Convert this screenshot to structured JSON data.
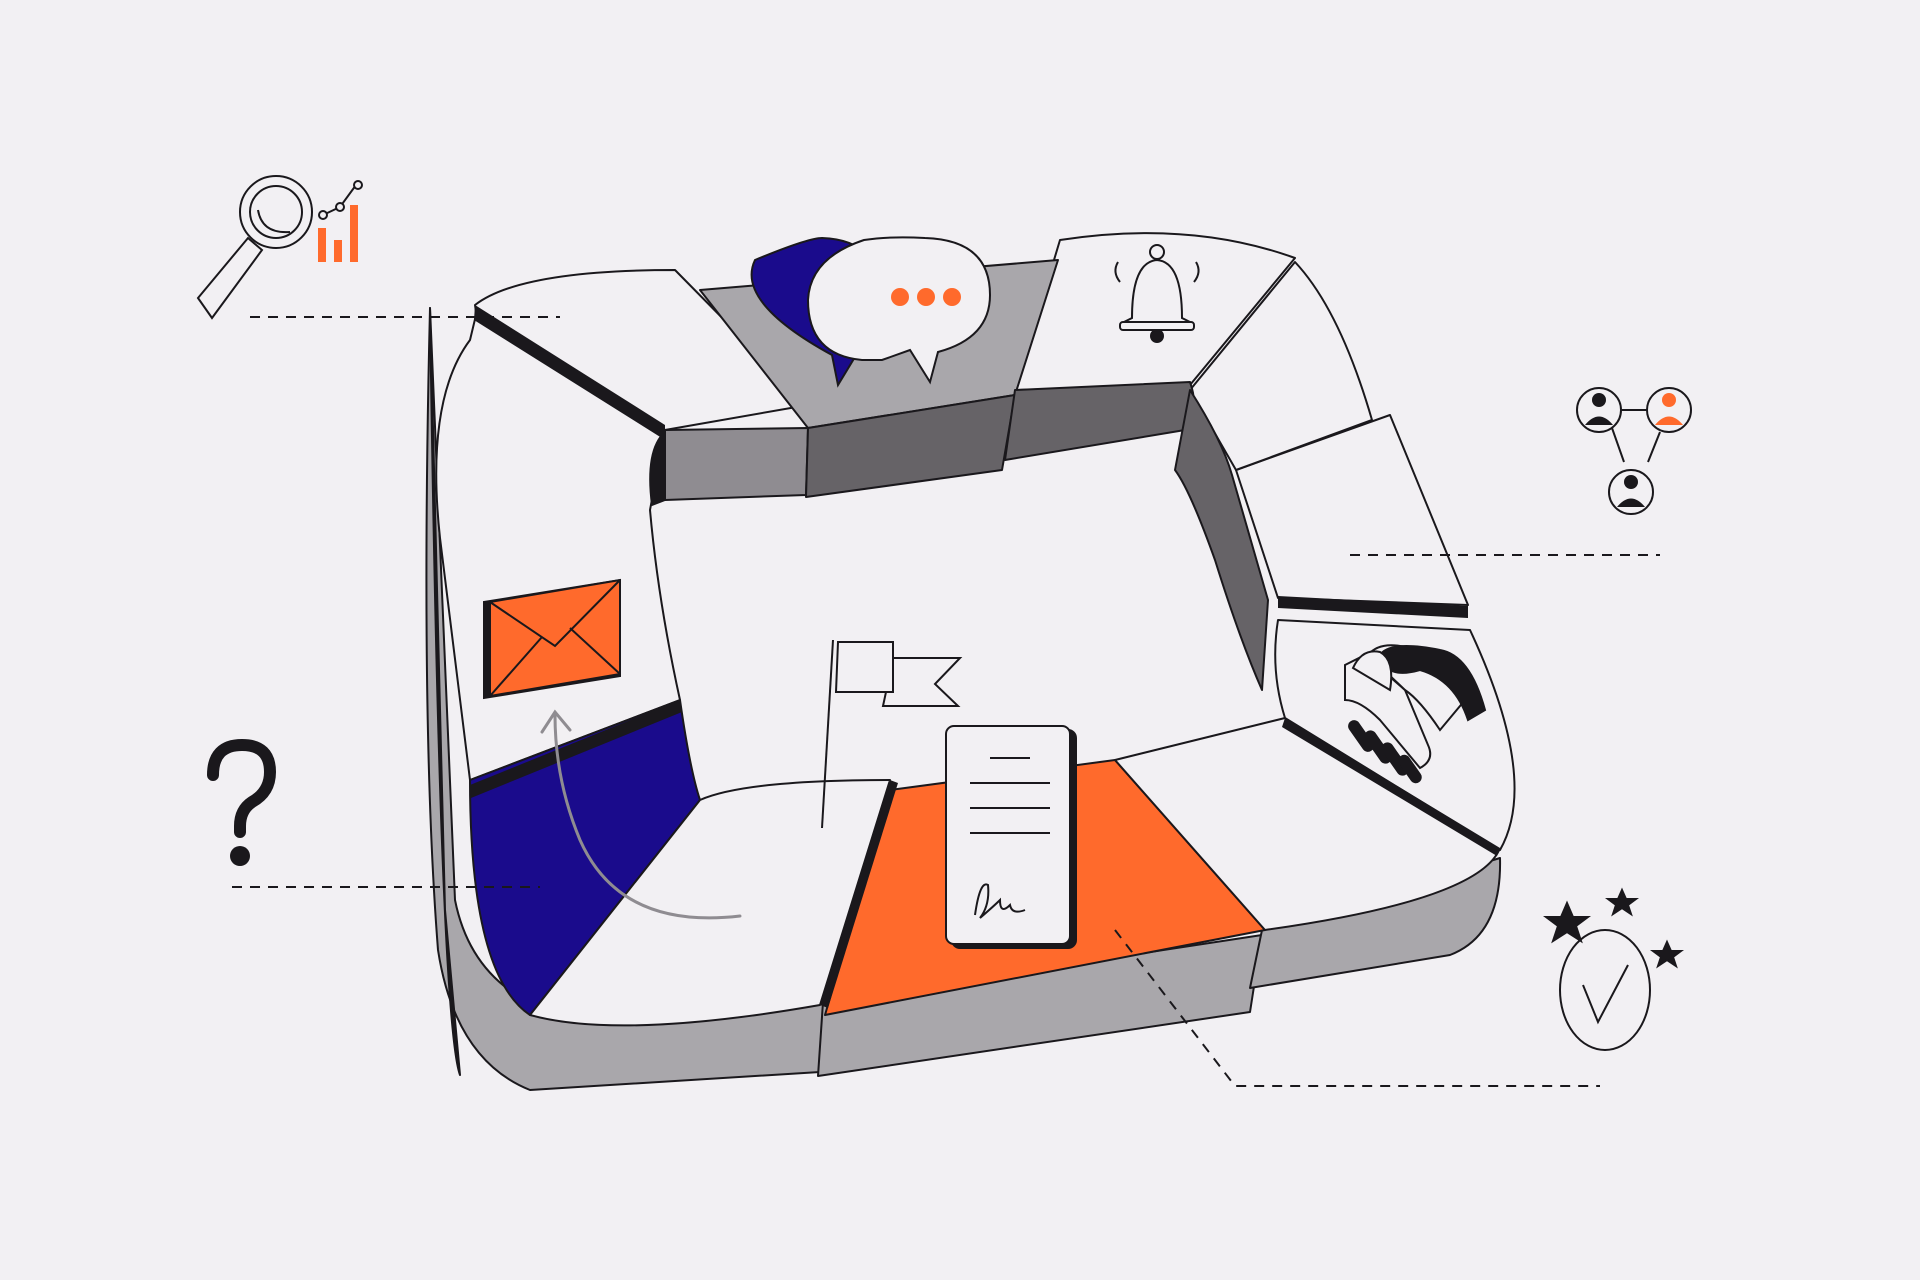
{
  "colors": {
    "background": "#f2f0f3",
    "accent_orange": "#ff6a2c",
    "accent_navy": "#1a0b8c",
    "ink": "#1a181c",
    "tile_light": "#f2f0f3",
    "wall_light": "#a9a7ab",
    "wall_mid": "#8f8c91",
    "wall_dark": "#666367"
  },
  "stages": [
    {
      "id": "research",
      "icon": "magnifier-chart-icon",
      "accent": "#ff6a2c"
    },
    {
      "id": "conversation",
      "icon": "speech-bubbles-icon",
      "accent": "#1a0b8c"
    },
    {
      "id": "notification",
      "icon": "bell-icon",
      "accent": "#1a181c"
    },
    {
      "id": "network",
      "icon": "people-network-icon",
      "accent": "#ff6a2c"
    },
    {
      "id": "agreement",
      "icon": "handshake-icon",
      "accent": "#1a181c"
    },
    {
      "id": "success",
      "icon": "check-badge-stars-icon",
      "accent": "#1a181c"
    },
    {
      "id": "contract",
      "icon": "signed-document-icon",
      "accent": "#ff6a2c"
    },
    {
      "id": "question",
      "icon": "question-mark-icon",
      "accent": "#1a181c"
    },
    {
      "id": "email",
      "icon": "envelope-icon",
      "accent": "#ff6a2c"
    },
    {
      "id": "start",
      "icon": "flag-icon",
      "accent": "#1a181c"
    }
  ]
}
